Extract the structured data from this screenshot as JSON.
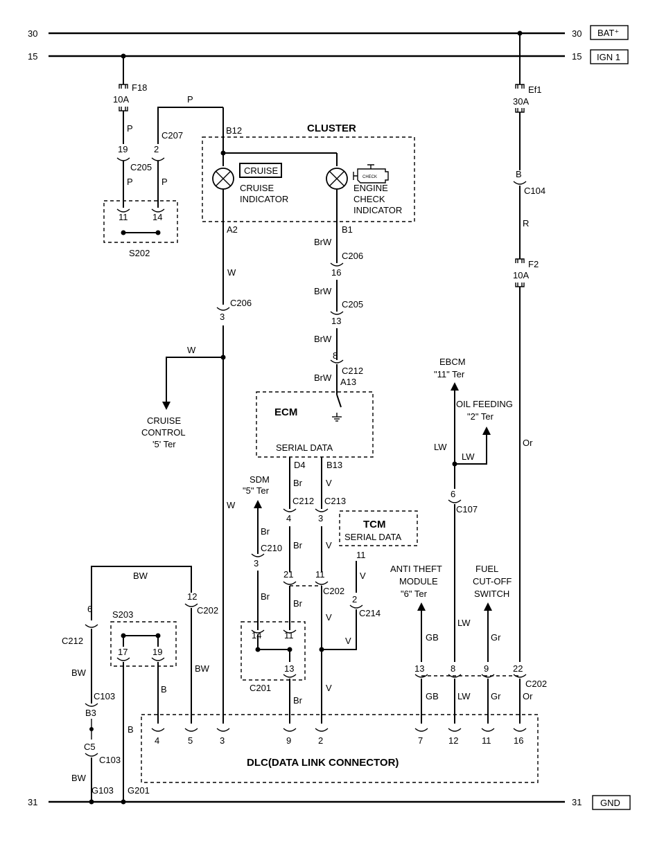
{
  "rails": {
    "bat": {
      "num_left": "30",
      "num_right": "30",
      "label": "BAT⁺"
    },
    "ign": {
      "num_left": "15",
      "num_right": "15",
      "label": "IGN 1"
    },
    "gnd": {
      "num_left": "31",
      "num_right": "31",
      "label": "GND"
    }
  },
  "fuses": {
    "f18": {
      "name": "F18",
      "rating": "10A"
    },
    "ef1": {
      "name": "Ef1",
      "rating": "30A"
    },
    "f2": {
      "name": "F2",
      "rating": "10A"
    }
  },
  "wires": {
    "p": "P",
    "w": "W",
    "brw": "BrW",
    "r": "R",
    "or": "Or",
    "lw": "LW",
    "br": "Br",
    "v": "V",
    "bw": "BW",
    "b": "B",
    "gb": "GB",
    "gr": "Gr"
  },
  "connectors": {
    "c205": "C205",
    "c207": "C207",
    "c206": "C206",
    "c212": "C212",
    "c213": "C213",
    "c210": "C210",
    "c202": "C202",
    "c214": "C214",
    "c201": "C201",
    "c103": "C103",
    "c104": "C104",
    "c107": "C107",
    "g103": "G103",
    "g201": "G201",
    "s202": "S202",
    "s203": "S203"
  },
  "pins": {
    "c205_19": "19",
    "c207_2": "2",
    "s202_11": "11",
    "s202_14": "14",
    "b12": "B12",
    "a2": "A2",
    "b1": "B1",
    "c206_16": "16",
    "c205_13": "13",
    "c212_8": "8",
    "a13": "A13",
    "c206_3": "3",
    "d4": "D4",
    "b13": "B13",
    "c212_4": "4",
    "c213_3": "3",
    "c210_3": "3",
    "c202_21": "21",
    "c202_11": "11",
    "tcm_11": "11",
    "c214_2": "2",
    "c202_12": "12",
    "c212_6": "6",
    "s203_17": "17",
    "s203_19": "19",
    "c201_14": "14",
    "c201_11": "11",
    "c201_13": "13",
    "b3": "B3",
    "c5": "C5",
    "c104_b": "B",
    "c107_6": "6",
    "c202_13": "13",
    "c202_8": "8",
    "c202_9": "9",
    "c202_22": "22"
  },
  "cluster": {
    "title": "CLUSTER",
    "cruise_badge": "CRUISE",
    "cruise_label": [
      "CRUISE",
      "INDICATOR"
    ],
    "engine_label": [
      "ENGINE",
      "CHECK",
      "INDICATOR"
    ],
    "check_text": "CHECK"
  },
  "ecm": {
    "title": "ECM",
    "serial": "SERIAL DATA"
  },
  "tcm": {
    "title": "TCM",
    "serial": "SERIAL DATA"
  },
  "destinations": {
    "cruise_control": [
      "CRUISE",
      "CONTROL",
      "'5' Ter"
    ],
    "sdm": [
      "SDM",
      "\"5\" Ter"
    ],
    "ebcm": [
      "EBCM",
      "\"11\" Ter"
    ],
    "oil_feeding": [
      "OIL FEEDING",
      "\"2\" Ter"
    ],
    "anti_theft": [
      "ANTI THEFT",
      "MODULE",
      "\"6\" Ter"
    ],
    "fuel_cutoff": [
      "FUEL",
      "CUT-OFF",
      "SWITCH"
    ]
  },
  "dlc": {
    "title": "DLC(DATA LINK CONNECTOR)",
    "pins": [
      "4",
      "5",
      "3",
      "9",
      "2",
      "7",
      "12",
      "11",
      "16"
    ]
  }
}
